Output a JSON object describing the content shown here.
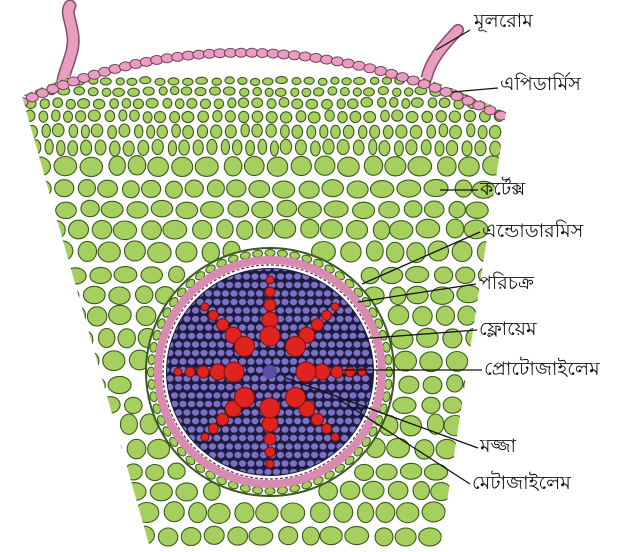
{
  "labels": {
    "root_hair": "মূলরোম",
    "epidermis": "এপিডার্মিস",
    "cortex": "কর্টেক্স",
    "endodermis": "এন্ডোডারমিস",
    "pericycle": "পরিচক্র",
    "phloem": "ফ্লোয়েম",
    "protoxylem": "প্রোটোজাইলেম",
    "pith": "মজ্জা",
    "metaxylem": "মেটাজাইলেম"
  },
  "colors": {
    "cortex_cell": "#a5cf5e",
    "cortex_edge": "#3a5a1c",
    "epidermis_cell": "#e79ec0",
    "root_hair": "#e79ec0",
    "pericycle": "#d88ab0",
    "stele_bg": "#1c1c40",
    "phloem_cell": "#7c6fc4",
    "xylem": "#e0231e",
    "leader_line": "#111111"
  },
  "xylem_arm_count": 8
}
